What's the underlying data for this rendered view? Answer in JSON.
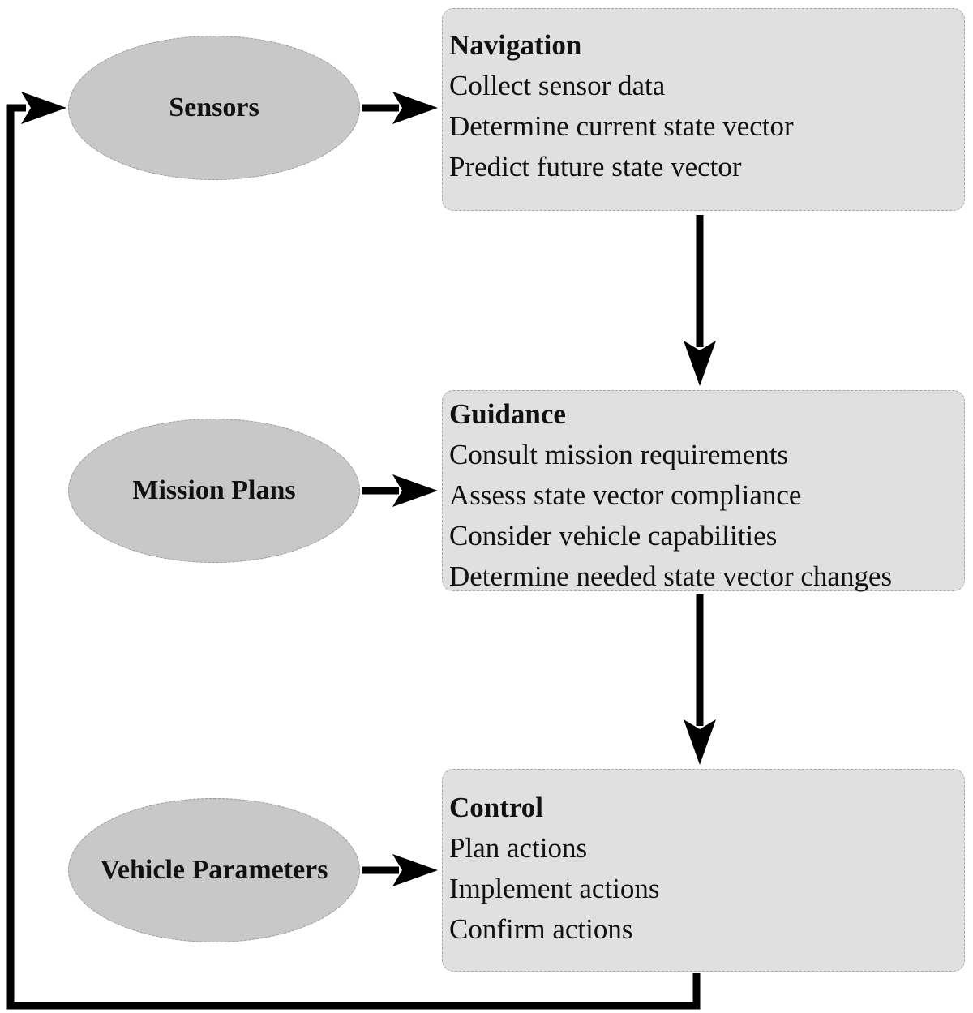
{
  "inputs": {
    "sensors": "Sensors",
    "mission_plans": "Mission Plans",
    "vehicle_parameters": "Vehicle Parameters"
  },
  "navigation": {
    "title": "Navigation",
    "items": [
      "Collect sensor data",
      "Determine current state vector",
      "Predict future state vector"
    ]
  },
  "guidance": {
    "title": "Guidance",
    "items": [
      "Consult mission requirements",
      "Assess state vector compliance",
      "Consider vehicle capabilities",
      "Determine needed state vector changes"
    ]
  },
  "control": {
    "title": "Control",
    "items": [
      "Plan actions",
      "Implement actions",
      "Confirm actions"
    ]
  }
}
